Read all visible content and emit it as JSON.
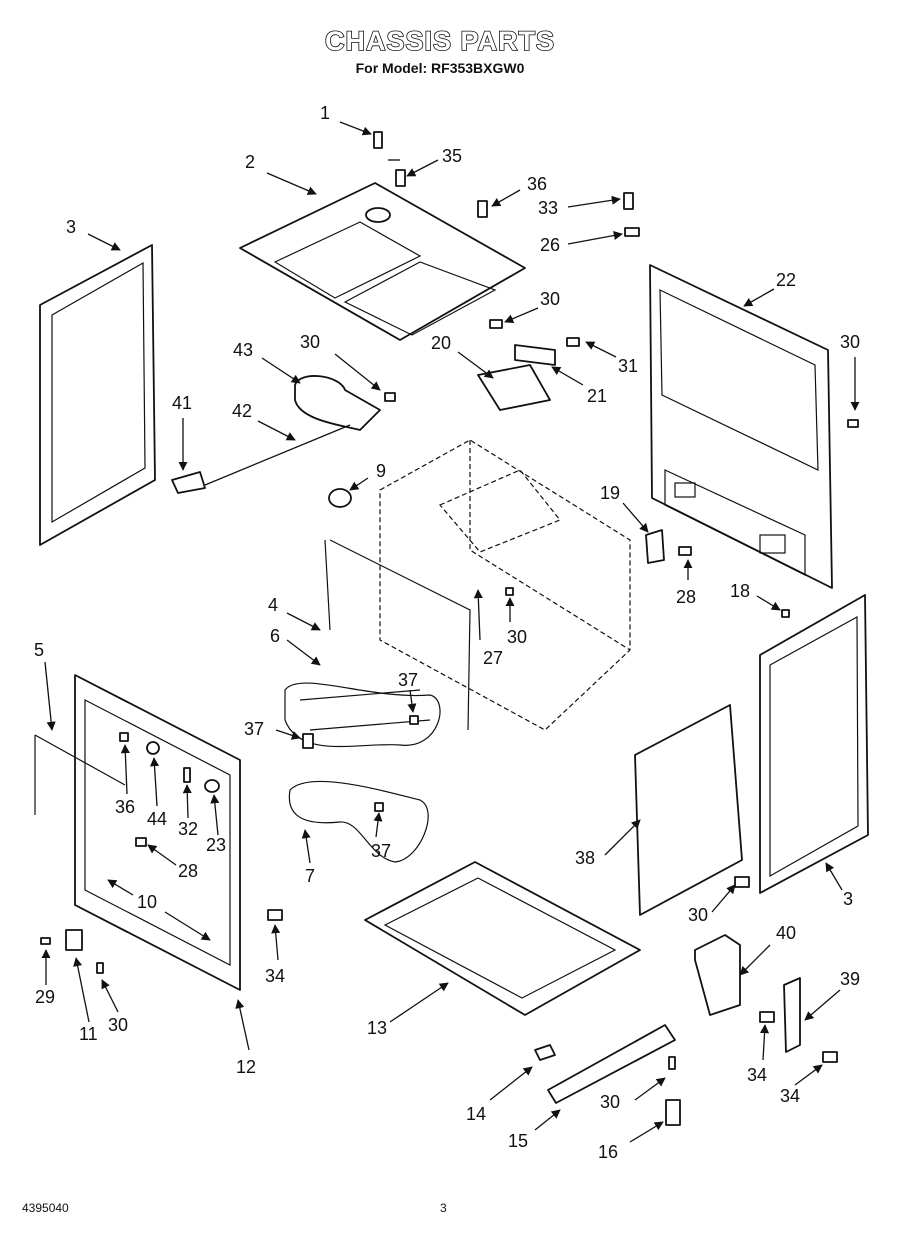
{
  "header": {
    "title": "CHASSIS PARTS",
    "subtitle": "For Model: RF353BXGW0"
  },
  "footer": {
    "doc_number": "4395040",
    "page_number": "3"
  },
  "callouts": [
    {
      "id": "c1",
      "label": "1"
    },
    {
      "id": "c2",
      "label": "2"
    },
    {
      "id": "c3a",
      "label": "3"
    },
    {
      "id": "c3b",
      "label": "3"
    },
    {
      "id": "c4",
      "label": "4"
    },
    {
      "id": "c5",
      "label": "5"
    },
    {
      "id": "c6",
      "label": "6"
    },
    {
      "id": "c7",
      "label": "7"
    },
    {
      "id": "c9",
      "label": "9"
    },
    {
      "id": "c10",
      "label": "10"
    },
    {
      "id": "c11",
      "label": "11"
    },
    {
      "id": "c12",
      "label": "12"
    },
    {
      "id": "c13",
      "label": "13"
    },
    {
      "id": "c14",
      "label": "14"
    },
    {
      "id": "c15",
      "label": "15"
    },
    {
      "id": "c16",
      "label": "16"
    },
    {
      "id": "c18",
      "label": "18"
    },
    {
      "id": "c19",
      "label": "19"
    },
    {
      "id": "c20",
      "label": "20"
    },
    {
      "id": "c21",
      "label": "21"
    },
    {
      "id": "c22",
      "label": "22"
    },
    {
      "id": "c23",
      "label": "23"
    },
    {
      "id": "c26",
      "label": "26"
    },
    {
      "id": "c27",
      "label": "27"
    },
    {
      "id": "c28a",
      "label": "28"
    },
    {
      "id": "c28b",
      "label": "28"
    },
    {
      "id": "c29",
      "label": "29"
    },
    {
      "id": "c30a",
      "label": "30"
    },
    {
      "id": "c30b",
      "label": "30"
    },
    {
      "id": "c30c",
      "label": "30"
    },
    {
      "id": "c30d",
      "label": "30"
    },
    {
      "id": "c30e",
      "label": "30"
    },
    {
      "id": "c30f",
      "label": "30"
    },
    {
      "id": "c30g",
      "label": "30"
    },
    {
      "id": "c31",
      "label": "31"
    },
    {
      "id": "c32",
      "label": "32"
    },
    {
      "id": "c33",
      "label": "33"
    },
    {
      "id": "c34a",
      "label": "34"
    },
    {
      "id": "c34b",
      "label": "34"
    },
    {
      "id": "c34c",
      "label": "34"
    },
    {
      "id": "c35",
      "label": "35"
    },
    {
      "id": "c36a",
      "label": "36"
    },
    {
      "id": "c36b",
      "label": "36"
    },
    {
      "id": "c37a",
      "label": "37"
    },
    {
      "id": "c37b",
      "label": "37"
    },
    {
      "id": "c37c",
      "label": "37"
    },
    {
      "id": "c38",
      "label": "38"
    },
    {
      "id": "c39",
      "label": "39"
    },
    {
      "id": "c40",
      "label": "40"
    },
    {
      "id": "c41",
      "label": "41"
    },
    {
      "id": "c42",
      "label": "42"
    },
    {
      "id": "c43",
      "label": "43"
    },
    {
      "id": "c44",
      "label": "44"
    }
  ]
}
